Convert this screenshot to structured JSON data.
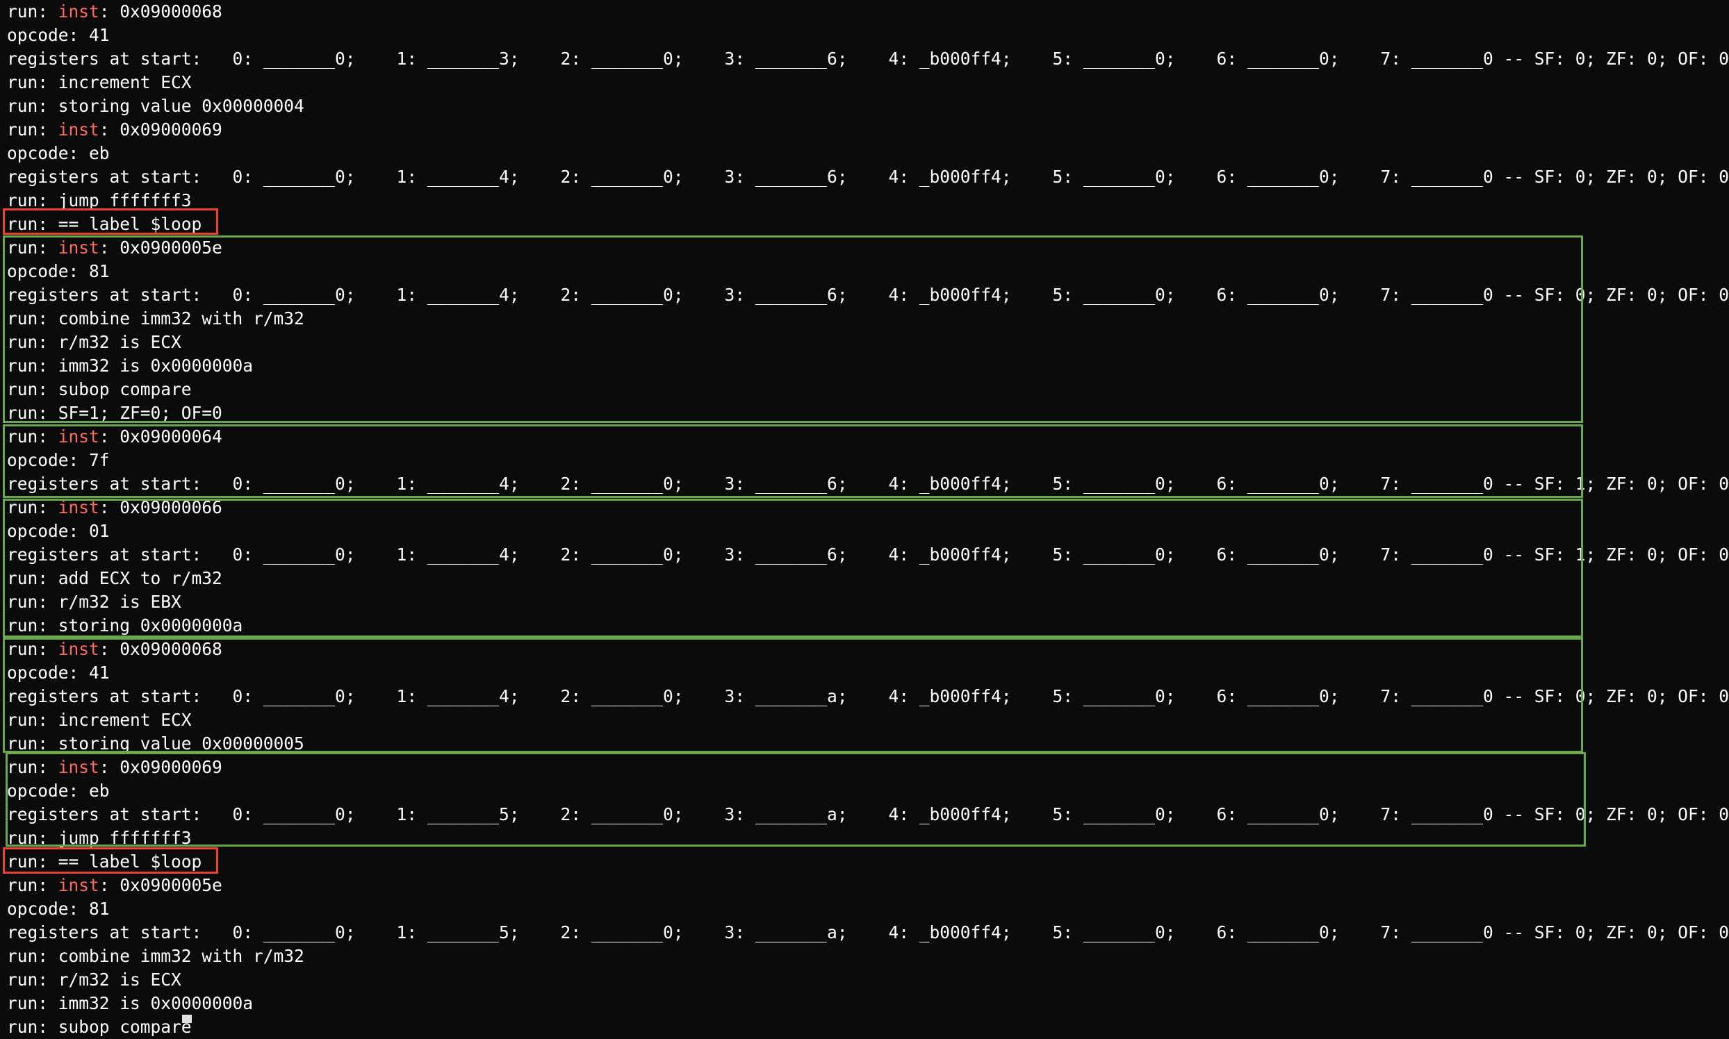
{
  "terminal": {
    "lines": [
      {
        "pre": "run: ",
        "kw": "inst",
        "post": ": 0x09000068"
      },
      {
        "pre": "opcode: 41",
        "kw": "",
        "post": ""
      },
      {
        "pre": "registers at start:   0: _______0;    1: _______3;    2: _______0;    3: _______6;    4: _b000ff4;    5: _______0;    6: _______0;    7: _______0 -- SF: 0; ZF: 0; OF: 0",
        "kw": "",
        "post": ""
      },
      {
        "pre": "run: increment ECX",
        "kw": "",
        "post": ""
      },
      {
        "pre": "run: storing value 0x00000004",
        "kw": "",
        "post": ""
      },
      {
        "pre": "run: ",
        "kw": "inst",
        "post": ": 0x09000069"
      },
      {
        "pre": "opcode: eb",
        "kw": "",
        "post": ""
      },
      {
        "pre": "registers at start:   0: _______0;    1: _______4;    2: _______0;    3: _______6;    4: _b000ff4;    5: _______0;    6: _______0;    7: _______0 -- SF: 0; ZF: 0; OF: 0",
        "kw": "",
        "post": ""
      },
      {
        "pre": "run: jump fffffff3",
        "kw": "",
        "post": ""
      },
      {
        "pre": "run: == label $loop",
        "kw": "",
        "post": ""
      },
      {
        "pre": "run: ",
        "kw": "inst",
        "post": ": 0x0900005e"
      },
      {
        "pre": "opcode: 81",
        "kw": "",
        "post": ""
      },
      {
        "pre": "registers at start:   0: _______0;    1: _______4;    2: _______0;    3: _______6;    4: _b000ff4;    5: _______0;    6: _______0;    7: _______0 -- SF: 0; ZF: 0; OF: 0",
        "kw": "",
        "post": ""
      },
      {
        "pre": "run: combine imm32 with r/m32",
        "kw": "",
        "post": ""
      },
      {
        "pre": "run: r/m32 is ECX",
        "kw": "",
        "post": ""
      },
      {
        "pre": "run: imm32 is 0x0000000a",
        "kw": "",
        "post": ""
      },
      {
        "pre": "run: subop compare",
        "kw": "",
        "post": ""
      },
      {
        "pre": "run: SF=1; ZF=0; OF=0",
        "kw": "",
        "post": ""
      },
      {
        "pre": "run: ",
        "kw": "inst",
        "post": ": 0x09000064"
      },
      {
        "pre": "opcode: 7f",
        "kw": "",
        "post": ""
      },
      {
        "pre": "registers at start:   0: _______0;    1: _______4;    2: _______0;    3: _______6;    4: _b000ff4;    5: _______0;    6: _______0;    7: _______0 -- SF: 1; ZF: 0; OF: 0",
        "kw": "",
        "post": ""
      },
      {
        "pre": "run: ",
        "kw": "inst",
        "post": ": 0x09000066"
      },
      {
        "pre": "opcode: 01",
        "kw": "",
        "post": ""
      },
      {
        "pre": "registers at start:   0: _______0;    1: _______4;    2: _______0;    3: _______6;    4: _b000ff4;    5: _______0;    6: _______0;    7: _______0 -- SF: 1; ZF: 0; OF: 0",
        "kw": "",
        "post": ""
      },
      {
        "pre": "run: add ECX to r/m32",
        "kw": "",
        "post": ""
      },
      {
        "pre": "run: r/m32 is EBX",
        "kw": "",
        "post": ""
      },
      {
        "pre": "run: storing 0x0000000a",
        "kw": "",
        "post": ""
      },
      {
        "pre": "run: ",
        "kw": "inst",
        "post": ": 0x09000068"
      },
      {
        "pre": "opcode: 41",
        "kw": "",
        "post": ""
      },
      {
        "pre": "registers at start:   0: _______0;    1: _______4;    2: _______0;    3: _______a;    4: _b000ff4;    5: _______0;    6: _______0;    7: _______0 -- SF: 0; ZF: 0; OF: 0",
        "kw": "",
        "post": ""
      },
      {
        "pre": "run: increment ECX",
        "kw": "",
        "post": ""
      },
      {
        "pre": "run: storing value 0x00000005",
        "kw": "",
        "post": ""
      },
      {
        "pre": "run: ",
        "kw": "inst",
        "post": ": 0x09000069"
      },
      {
        "pre": "opcode: eb",
        "kw": "",
        "post": ""
      },
      {
        "pre": "registers at start:   0: _______0;    1: _______5;    2: _______0;    3: _______a;    4: _b000ff4;    5: _______0;    6: _______0;    7: _______0 -- SF: 0; ZF: 0; OF: 0",
        "kw": "",
        "post": ""
      },
      {
        "pre": "run: jump fffffff3",
        "kw": "",
        "post": ""
      },
      {
        "pre": "run: == label $loop",
        "kw": "",
        "post": ""
      },
      {
        "pre": "run: ",
        "kw": "inst",
        "post": ": 0x0900005e"
      },
      {
        "pre": "opcode: 81",
        "kw": "",
        "post": ""
      },
      {
        "pre": "registers at start:   0: _______0;    1: _______5;    2: _______0;    3: _______a;    4: _b000ff4;    5: _______0;    6: _______0;    7: _______0 -- SF: 0; ZF: 0; OF: 0",
        "kw": "",
        "post": ""
      },
      {
        "pre": "run: combine imm32 with r/m32",
        "kw": "",
        "post": ""
      },
      {
        "pre": "run: r/m32 is ECX",
        "kw": "",
        "post": ""
      },
      {
        "pre": "run: imm32 is 0x0000000a",
        "kw": "",
        "post": ""
      },
      {
        "pre": "run: subop compare",
        "kw": "",
        "post": ""
      }
    ]
  },
  "colors": {
    "background": "#0b0b0b",
    "text": "#ffffff",
    "keyword": "#ff6b5e",
    "label_highlight": "#e8452c",
    "block_highlight": "#6aa84f"
  }
}
